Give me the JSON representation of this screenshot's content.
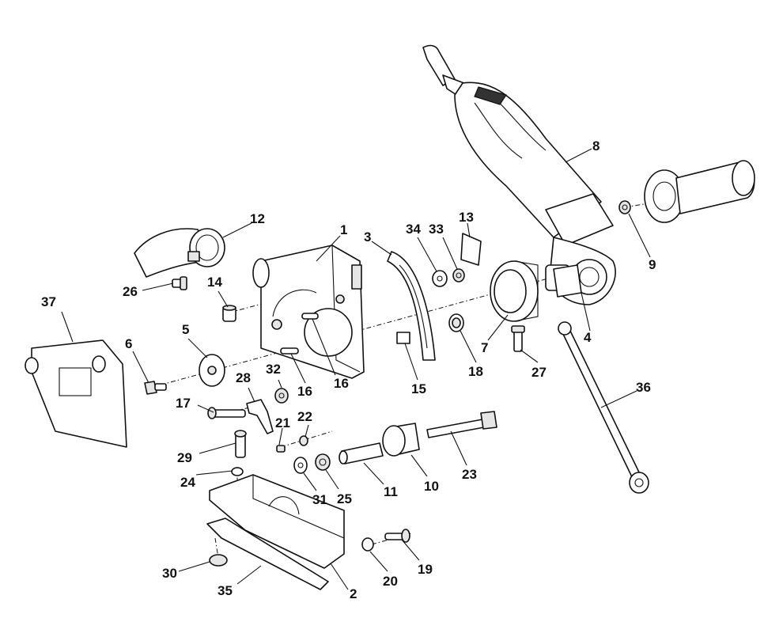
{
  "labels": [
    "1",
    "2",
    "3",
    "4",
    "5",
    "6",
    "7",
    "8",
    "9",
    "10",
    "11",
    "12",
    "13",
    "14",
    "15",
    "16",
    "16",
    "17",
    "18",
    "19",
    "20",
    "21",
    "22",
    "23",
    "24",
    "25",
    "26",
    "27",
    "28",
    "29",
    "30",
    "31",
    "32",
    "33",
    "34",
    "35",
    "36",
    "37"
  ]
}
